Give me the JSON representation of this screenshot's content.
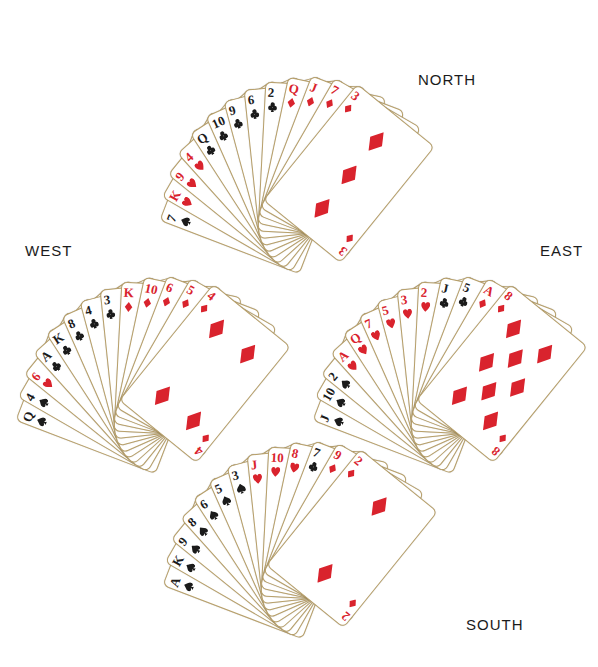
{
  "diagram": {
    "nodes": [
      {
        "text": [
          "7"
        ]
      },
      {
        "text": [
          "K"
        ]
      },
      {
        "text": [
          "9"
        ]
      },
      {
        "text": [
          "4"
        ]
      },
      {
        "text": [
          "Q"
        ]
      },
      {
        "text": [
          "10"
        ]
      },
      {
        "text": [
          "9"
        ]
      },
      {
        "text": [
          "6"
        ]
      },
      {
        "text": [
          "2"
        ]
      },
      {
        "text": [
          "Q"
        ]
      },
      {
        "text": [
          "J"
        ]
      },
      {
        "text": [
          "7"
        ]
      },
      {
        "text": [
          "3",
          "3"
        ]
      },
      {
        "text": [
          "Q"
        ]
      },
      {
        "text": [
          "4"
        ]
      },
      {
        "text": [
          "6"
        ]
      },
      {
        "text": [
          "A"
        ]
      },
      {
        "text": [
          "K"
        ]
      },
      {
        "text": [
          "8"
        ]
      },
      {
        "text": [
          "4"
        ]
      },
      {
        "text": [
          "3"
        ]
      },
      {
        "text": [
          "K"
        ]
      },
      {
        "text": [
          "10"
        ]
      },
      {
        "text": [
          "6"
        ]
      },
      {
        "text": [
          "5"
        ]
      },
      {
        "text": [
          "4",
          "4"
        ]
      },
      {
        "text": [
          "J"
        ]
      },
      {
        "text": [
          "10"
        ]
      },
      {
        "text": [
          "2"
        ]
      },
      {
        "text": [
          "A"
        ]
      },
      {
        "text": [
          "Q"
        ]
      },
      {
        "text": [
          "7"
        ]
      },
      {
        "text": [
          "5"
        ]
      },
      {
        "text": [
          "3"
        ]
      },
      {
        "text": [
          "2"
        ]
      },
      {
        "text": [
          "J"
        ]
      },
      {
        "text": [
          "5"
        ]
      },
      {
        "text": [
          "A"
        ]
      },
      {
        "text": [
          "8",
          "8"
        ]
      },
      {
        "text": [
          "A"
        ]
      },
      {
        "text": [
          "K"
        ]
      },
      {
        "text": [
          "9"
        ]
      },
      {
        "text": [
          "8"
        ]
      },
      {
        "text": [
          "6"
        ]
      },
      {
        "text": [
          "5"
        ]
      },
      {
        "text": [
          "3"
        ]
      },
      {
        "text": [
          "J"
        ]
      },
      {
        "text": [
          "10"
        ]
      },
      {
        "text": [
          "8"
        ]
      },
      {
        "text": [
          "7"
        ]
      },
      {
        "text": [
          "9"
        ]
      },
      {
        "text": [
          "2",
          "2"
        ]
      }
    ],
    "labels": [
      "NORTH",
      "WEST",
      "EAST",
      "SOUTH"
    ]
  }
}
